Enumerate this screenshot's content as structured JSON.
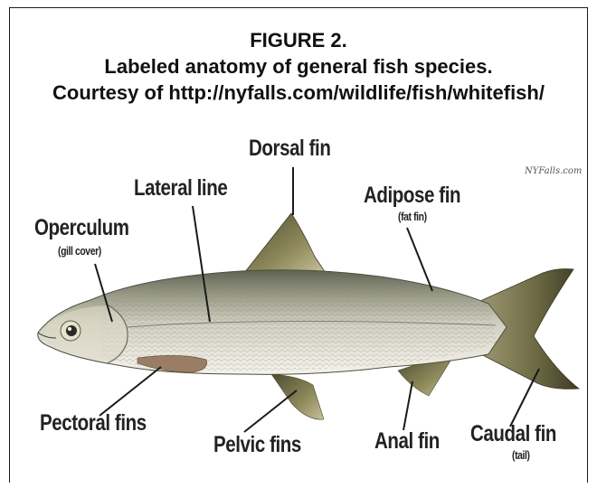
{
  "caption": {
    "line1": "FIGURE 2.",
    "line2": "Labeled anatomy of general fish species.",
    "line3": "Courtesy of http://nyfalls.com/wildlife/fish/whitefish/"
  },
  "watermark": "NYFalls.com",
  "labels": {
    "dorsal": "Dorsal fin",
    "lateral": "Lateral line",
    "adipose": "Adipose fin",
    "adipose_sub": "(fat fin)",
    "operculum": "Operculum",
    "operculum_sub": "(gill cover)",
    "pectoral": "Pectoral fins",
    "pelvic": "Pelvic fins",
    "anal": "Anal fin",
    "caudal": "Caudal fin",
    "caudal_sub": "(tail)"
  },
  "colors": {
    "body_silver": "#c9c7b8",
    "back_dark": "#6f7260",
    "fin_olive": "#8d8a5c",
    "line": "#1a1a1a"
  }
}
